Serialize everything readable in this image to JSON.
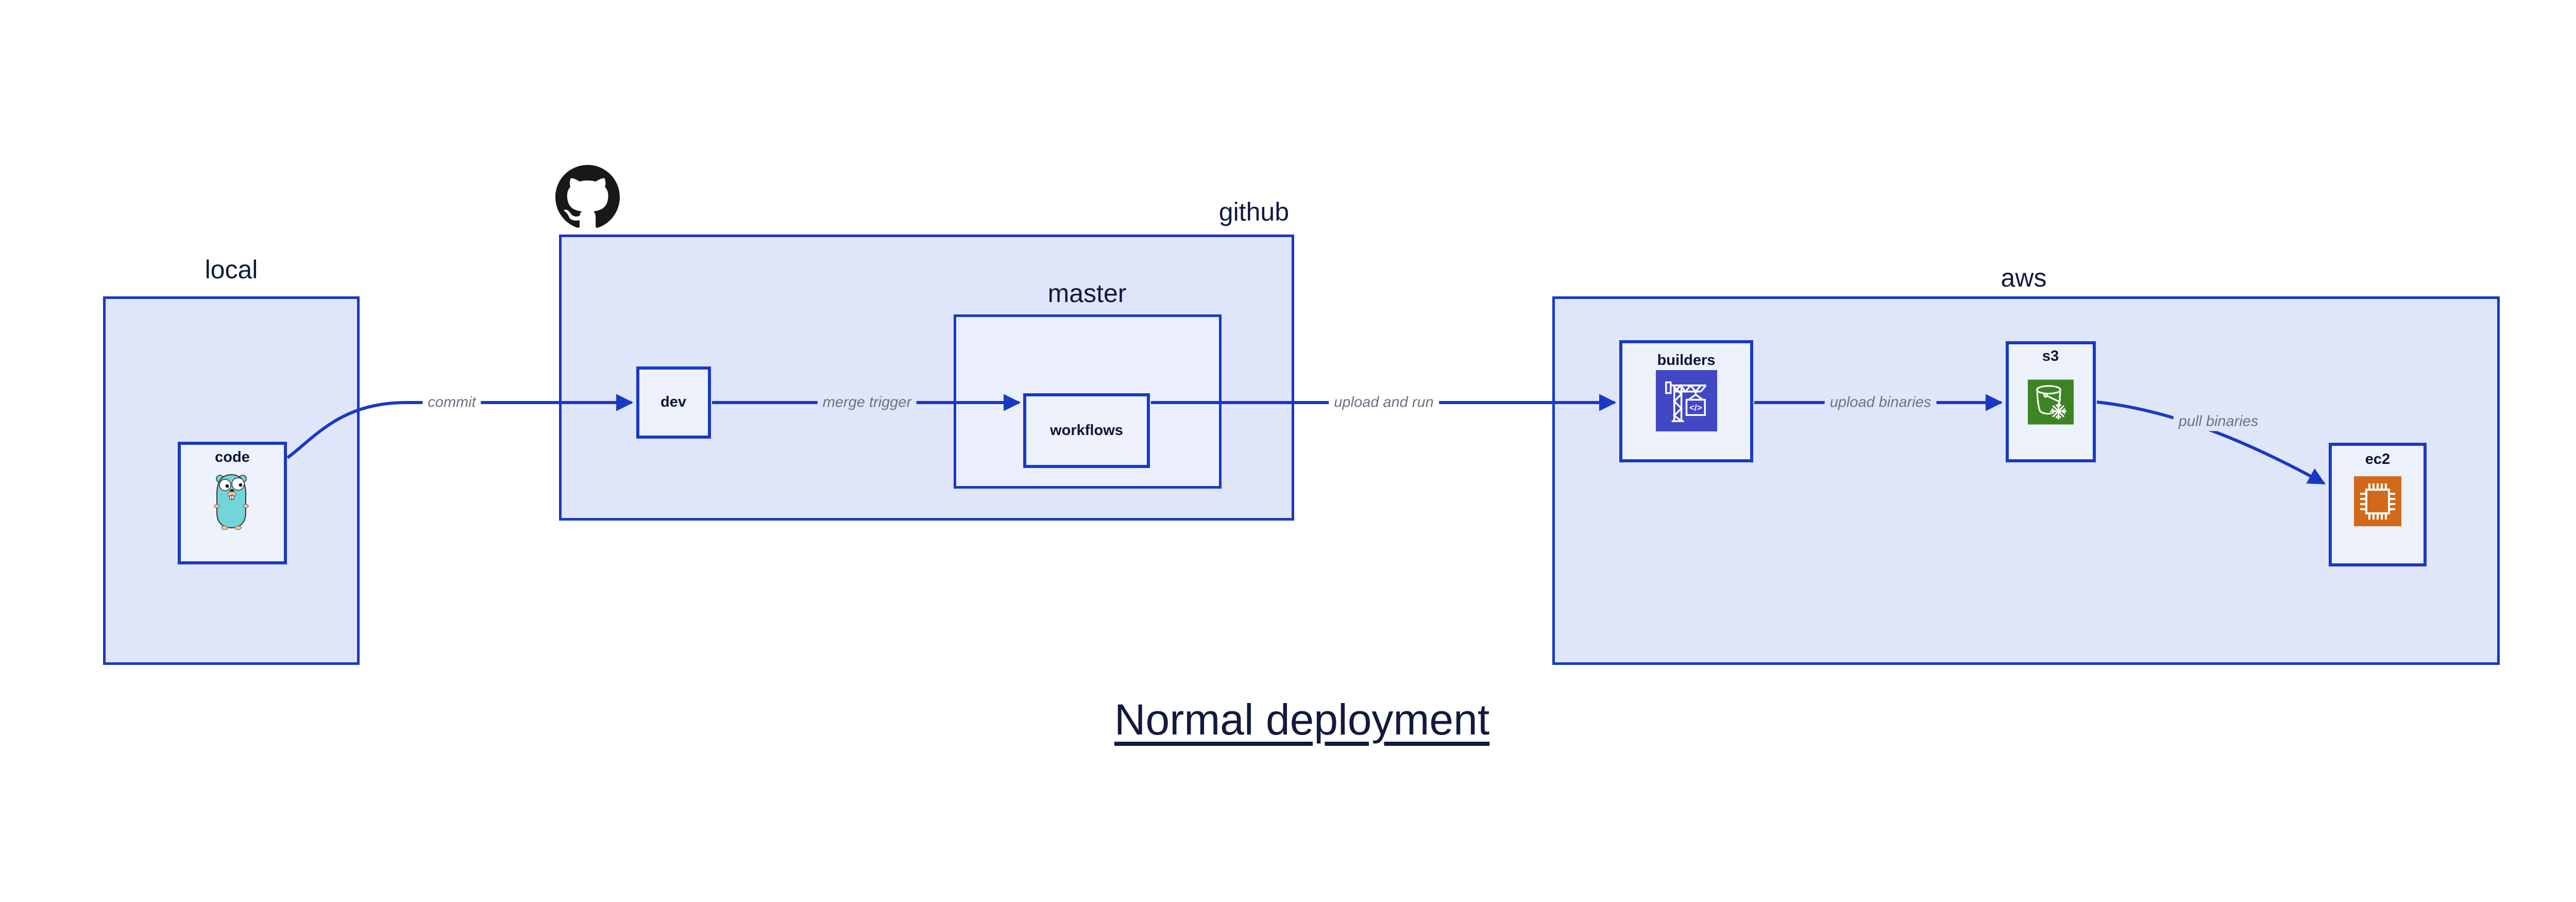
{
  "title": "Normal deployment",
  "groups": {
    "local": {
      "label": "local"
    },
    "github": {
      "label": "github"
    },
    "master": {
      "label": "master"
    },
    "aws": {
      "label": "aws"
    }
  },
  "nodes": {
    "code": {
      "label": "code"
    },
    "dev": {
      "label": "dev"
    },
    "workflows": {
      "label": "workflows"
    },
    "builders": {
      "label": "builders",
      "icon_glyph": "</>"
    },
    "s3": {
      "label": "s3"
    },
    "ec2": {
      "label": "ec2"
    }
  },
  "edges": {
    "commit": {
      "label": "commit"
    },
    "merge_trigger": {
      "label": "merge trigger"
    },
    "upload_and_run": {
      "label": "upload and run"
    },
    "upload_binaries": {
      "label": "upload binaries"
    },
    "pull_binaries": {
      "label": "pull binaries"
    }
  },
  "icons": {
    "github_logo": "github-octocat-logo",
    "code": "go-gopher-mascot",
    "builders": "aws-codebuild-crane",
    "s3": "aws-s3-glacier-bucket-snowflake",
    "ec2": "aws-ec2-chip"
  },
  "colors": {
    "group_fill": "#dfe6f9",
    "master_fill": "#ebeffc",
    "node_fill": "#eef2fd",
    "border_blue": "#1939c4",
    "arrow_blue": "#1939c4",
    "label_navy": "#101a3e",
    "edge_label_gray": "#6b7280",
    "github_black": "#191717",
    "gopher_teal": "#72d5da",
    "builders_indigo": "#4247c4",
    "s3_green": "#3e8424",
    "ec2_orange": "#d2691a"
  }
}
